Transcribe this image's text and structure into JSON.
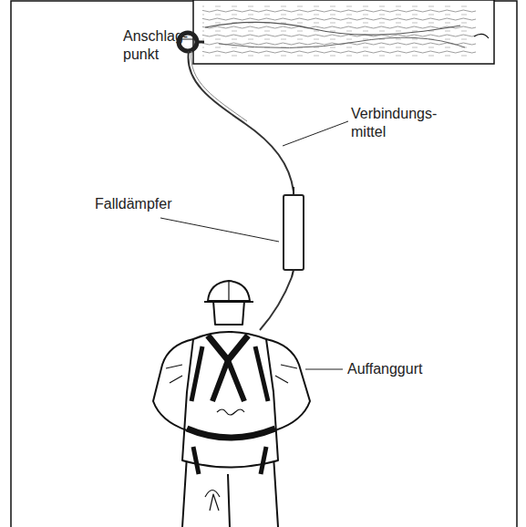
{
  "diagram": {
    "labels": [
      "Anschlag- punkt",
      "Verbindungs- mittel",
      "Falldämpfer",
      "Auffanggurt"
    ]
  }
}
